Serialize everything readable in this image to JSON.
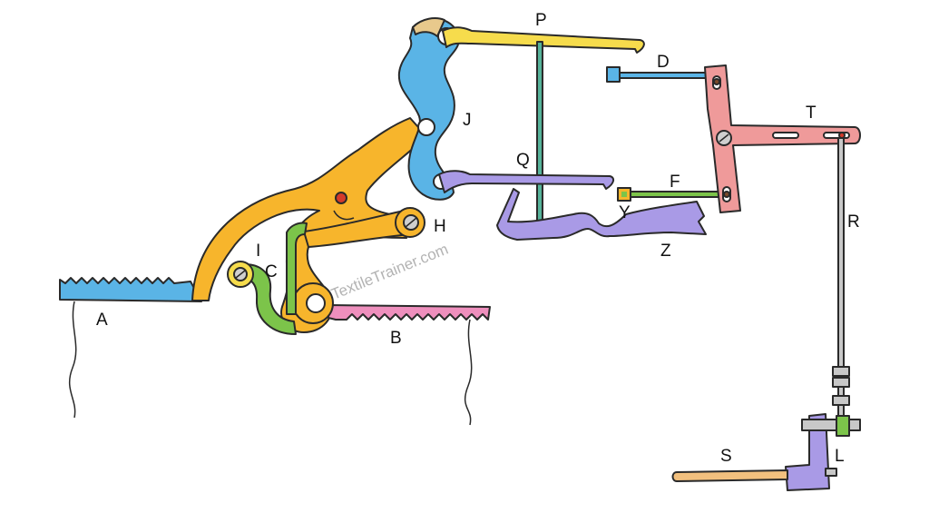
{
  "labels": {
    "A": "A",
    "B": "B",
    "C": "C",
    "D": "D",
    "F": "F",
    "H": "H",
    "I": "I",
    "J": "J",
    "L": "L",
    "P": "P",
    "Q": "Q",
    "R": "R",
    "S": "S",
    "T": "T",
    "Y": "Y",
    "Z": "Z"
  },
  "watermark": "TextileTrainer.com",
  "colors": {
    "orange": "#f7b52c",
    "blue": "#5ab4e6",
    "yellow": "#f6dc4c",
    "green": "#7cc44a",
    "purple": "#a99ae6",
    "pink": "#ee8fbd",
    "salmon": "#ef9a9a",
    "teal": "#56b39a",
    "gray": "#c8c8c8",
    "tan": "#f2c07e"
  }
}
